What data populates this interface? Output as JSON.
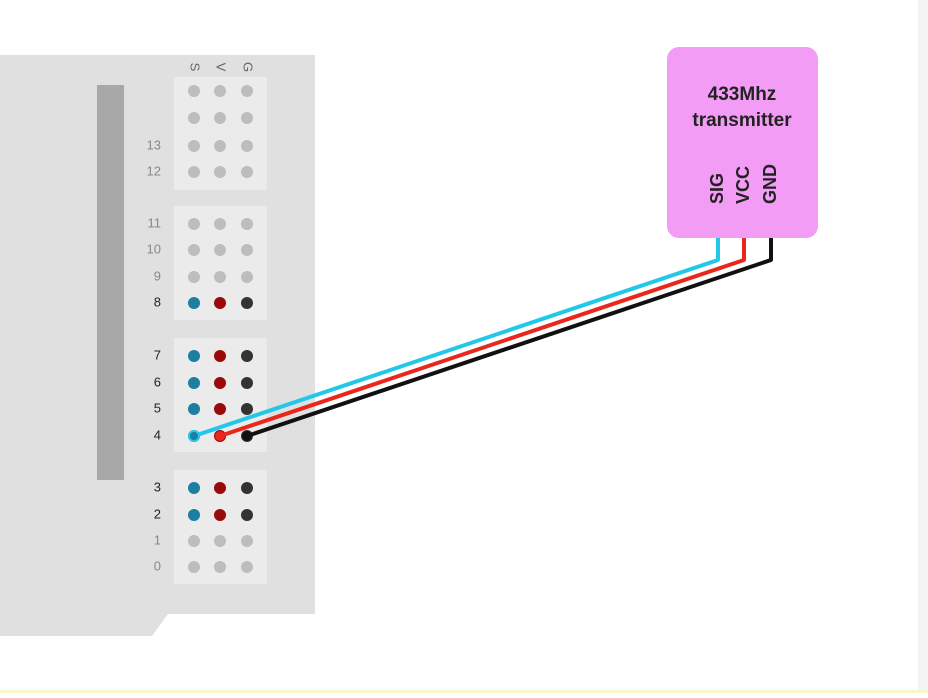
{
  "board": {
    "header_labels": [
      "S",
      "V",
      "G"
    ],
    "pins": [
      {
        "label": "",
        "connected": false
      },
      {
        "label": "",
        "connected": false
      },
      {
        "label": "13",
        "connected": false
      },
      {
        "label": "12",
        "connected": false
      },
      {
        "label": "11",
        "connected": false
      },
      {
        "label": "10",
        "connected": false
      },
      {
        "label": "9",
        "connected": false
      },
      {
        "label": "8",
        "connected": true
      },
      {
        "label": "7",
        "connected": true
      },
      {
        "label": "6",
        "connected": true
      },
      {
        "label": "5",
        "connected": true
      },
      {
        "label": "4",
        "connected": true
      },
      {
        "label": "3",
        "connected": true
      },
      {
        "label": "2",
        "connected": true
      },
      {
        "label": "1",
        "connected": false
      },
      {
        "label": "0",
        "connected": false
      }
    ],
    "wired_pin": "4"
  },
  "module": {
    "title_line1": "433Mhz",
    "title_line2": "transmitter",
    "pins": [
      "SIG",
      "VCC",
      "GND"
    ],
    "color": "#f39cf5"
  },
  "colors": {
    "signal": "#1c7ea0",
    "power": "#9a0a0a",
    "ground": "#333333",
    "inactive": "#bdbdbd",
    "wire_signal": "#22c8ea",
    "wire_power": "#e8281c",
    "wire_ground": "#111111",
    "board": "#e0e0e0",
    "block": "#ebebeb",
    "rail": "#a8a8a8"
  }
}
